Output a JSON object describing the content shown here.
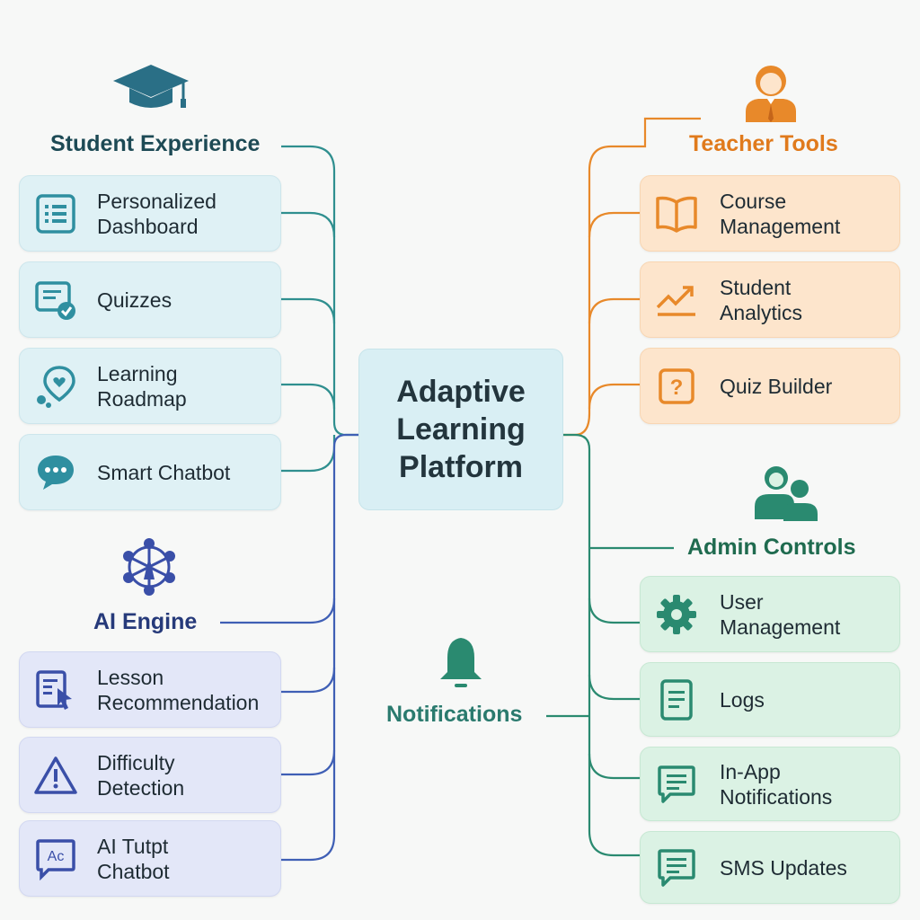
{
  "central": {
    "title": "Adaptive\nLearning\nPlatform"
  },
  "student_experience": {
    "heading": "Student Experience",
    "icon": "graduation-cap-icon",
    "color": "#2f8f8f",
    "items": [
      {
        "label": "Personalized\nDashboard",
        "icon": "dashboard-icon"
      },
      {
        "label": "Quizzes",
        "icon": "quiz-icon"
      },
      {
        "label": "Learning\nRoadmap",
        "icon": "map-pin-icon"
      },
      {
        "label": "Smart Chatbot",
        "icon": "chat-bubble-icon"
      }
    ]
  },
  "ai_engine": {
    "heading": "AI Engine",
    "icon": "neural-network-icon",
    "color": "#3f5fb5",
    "items": [
      {
        "label": "Lesson\nRecommendation",
        "icon": "document-cursor-icon"
      },
      {
        "label": "Difficulty\nDetection",
        "icon": "warning-icon"
      },
      {
        "label": "AI Tutpt\nChatbot",
        "icon": "ac-chat-icon",
        "icon_text": "Ac"
      }
    ]
  },
  "teacher_tools": {
    "heading": "Teacher Tools",
    "icon": "teacher-icon",
    "color": "#e8892a",
    "items": [
      {
        "label": "Course\nManagement",
        "icon": "book-icon"
      },
      {
        "label": "Student\nAnalytics",
        "icon": "trend-chart-icon"
      },
      {
        "label": "Quiz Builder",
        "icon": "question-box-icon",
        "icon_text": "?"
      }
    ]
  },
  "admin_controls": {
    "heading": "Admin Controls",
    "icon": "users-icon",
    "color": "#2a8a70",
    "items": [
      {
        "label": "User\nManagement",
        "icon": "gear-icon"
      },
      {
        "label": "Logs",
        "icon": "document-icon"
      },
      {
        "label": "In-App\nNotifications",
        "icon": "message-icon"
      },
      {
        "label": "SMS Updates",
        "icon": "sms-icon"
      }
    ]
  },
  "notifications": {
    "heading": "Notifications",
    "icon": "bell-icon"
  }
}
